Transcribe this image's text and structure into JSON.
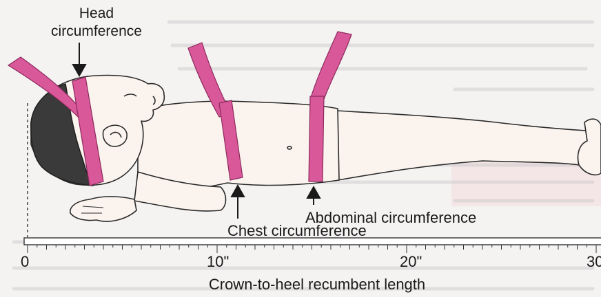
{
  "labels": {
    "head_line1": "Head",
    "head_line2": "circumference",
    "chest": "Chest circumference",
    "abdominal": "Abdominal circumference",
    "length": "Crown-to-heel recumbent length"
  },
  "ruler": {
    "marks": [
      "0",
      "10\"",
      "20\"",
      "30"
    ]
  },
  "colors": {
    "tape": "#d9589a",
    "tape_edge": "#8c2a5c",
    "skin": "#fbf4ee",
    "outline": "#2a2a2a",
    "hair": "#333333",
    "background_text": "#9b9b9b"
  }
}
